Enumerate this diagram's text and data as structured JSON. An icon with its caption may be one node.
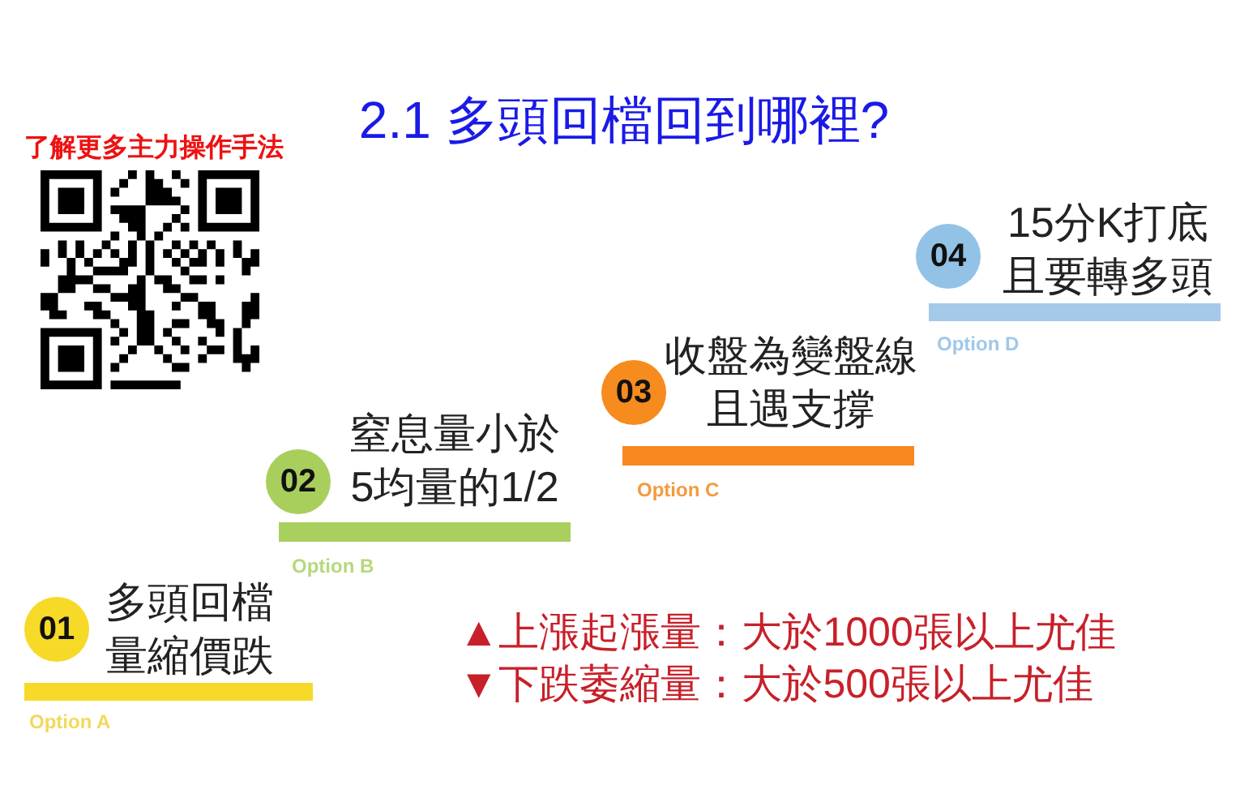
{
  "diagram": {
    "title": "2.1 多頭回檔回到哪裡?",
    "nodes": [
      {
        "text": [
          "01"
        ],
        "beside": [
          "多頭回檔量縮價跌",
          "Option A"
        ]
      },
      {
        "text": [
          "02"
        ],
        "beside": [
          "窒息量小於5均量的1/2",
          "Option B"
        ]
      },
      {
        "text": [
          "03"
        ],
        "beside": [
          "收盤為變盤線且遇支撐",
          "Option C"
        ]
      },
      {
        "text": [
          "04"
        ],
        "beside": [
          "15分K打底且要轉多頭",
          "Option D"
        ]
      }
    ],
    "labels": [
      "了解更多主力操作手法",
      "▲上漲起漲量：大於1000張以上尤佳",
      "▼下跌萎縮量：大於500張以上尤佳"
    ]
  }
}
